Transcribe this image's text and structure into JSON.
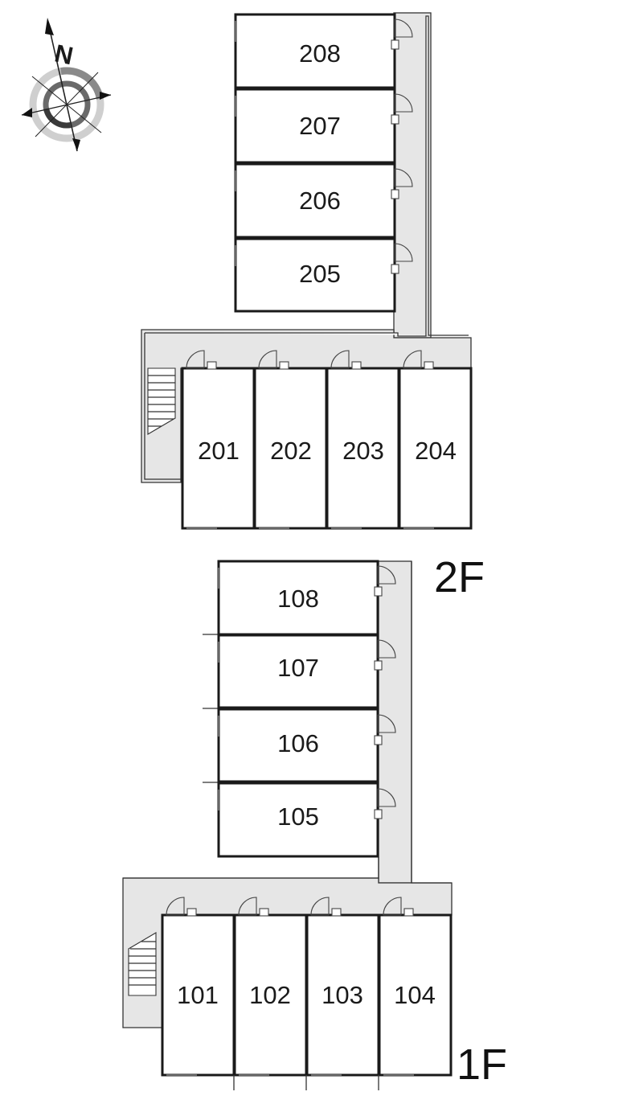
{
  "compass": {
    "north_label": "N",
    "icon": "compass-rose-icon"
  },
  "floors": {
    "second": {
      "label": "2F",
      "rooms_column": [
        "208",
        "207",
        "206",
        "205"
      ],
      "rooms_row": [
        "201",
        "202",
        "203",
        "204"
      ]
    },
    "first": {
      "label": "1F",
      "rooms_column": [
        "108",
        "107",
        "106",
        "105"
      ],
      "rooms_row": [
        "101",
        "102",
        "103",
        "104"
      ]
    }
  },
  "colors": {
    "corridor": "#e6e6e6",
    "wall": "#1a1a1a",
    "background": "#ffffff"
  }
}
